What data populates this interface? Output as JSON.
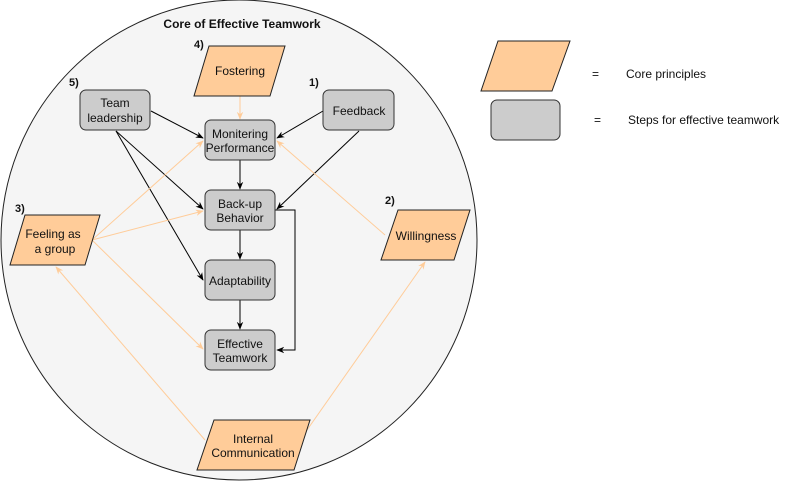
{
  "diagram": {
    "title": "Core of Effective Teamwork",
    "colors": {
      "principle_fill": "#ffcc99",
      "step_fill": "#cccccc",
      "circle_fill": "#f5f5f5",
      "black_connector": "#000000",
      "orange_connector": "#ffcc99"
    },
    "principles": [
      {
        "id": "fostering",
        "number": "4)",
        "lines": [
          "Fostering"
        ]
      },
      {
        "id": "feeling",
        "number": "3)",
        "lines": [
          "Feeling as",
          "a group"
        ]
      },
      {
        "id": "willingness",
        "number": "2)",
        "lines": [
          "Willingness"
        ]
      },
      {
        "id": "internal",
        "number": "",
        "lines": [
          "Internal",
          "Communication"
        ]
      }
    ],
    "steps": [
      {
        "id": "leadership",
        "number": "5)",
        "lines": [
          "Team",
          "leadership"
        ]
      },
      {
        "id": "feedback",
        "number": "1)",
        "lines": [
          "Feedback"
        ]
      },
      {
        "id": "monitoring",
        "number": "",
        "lines": [
          "Monitering",
          "Performance"
        ]
      },
      {
        "id": "backup",
        "number": "",
        "lines": [
          "Back-up",
          "Behavior"
        ]
      },
      {
        "id": "adaptability",
        "number": "",
        "lines": [
          "Adaptability"
        ]
      },
      {
        "id": "effective",
        "number": "",
        "lines": [
          "Effective",
          "Teamwork"
        ]
      }
    ],
    "edges": [
      {
        "from": "leadership",
        "to": "monitoring",
        "style": "black"
      },
      {
        "from": "leadership",
        "to": "backup",
        "style": "black"
      },
      {
        "from": "leadership",
        "to": "adaptability",
        "style": "black"
      },
      {
        "from": "feedback",
        "to": "monitoring",
        "style": "black"
      },
      {
        "from": "feedback",
        "to": "backup",
        "style": "black"
      },
      {
        "from": "monitoring",
        "to": "backup",
        "style": "black"
      },
      {
        "from": "backup",
        "to": "adaptability",
        "style": "black"
      },
      {
        "from": "adaptability",
        "to": "effective",
        "style": "black"
      },
      {
        "from": "backup",
        "to": "effective",
        "style": "black"
      },
      {
        "from": "fostering",
        "to": "monitoring",
        "style": "orange"
      },
      {
        "from": "feeling",
        "to": "monitoring",
        "style": "orange"
      },
      {
        "from": "feeling",
        "to": "backup",
        "style": "orange"
      },
      {
        "from": "feeling",
        "to": "effective",
        "style": "orange"
      },
      {
        "from": "willingness",
        "to": "monitoring",
        "style": "orange"
      },
      {
        "from": "internal",
        "to": "feeling",
        "style": "orange"
      },
      {
        "from": "internal",
        "to": "willingness",
        "style": "orange"
      }
    ]
  },
  "legend": {
    "principle": {
      "equals": "=",
      "label": "Core principles"
    },
    "step": {
      "equals": "=",
      "label": "Steps for effective teamwork"
    }
  }
}
